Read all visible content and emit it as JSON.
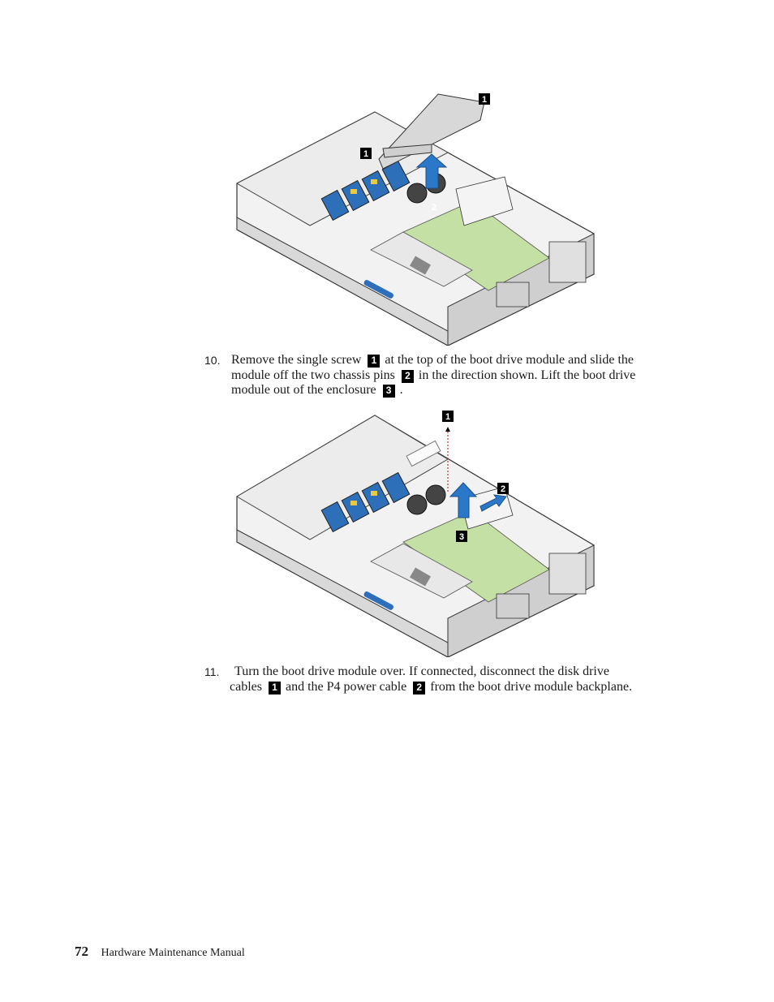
{
  "figures": {
    "fig1": {
      "callouts": [
        "1",
        "1",
        "2"
      ]
    },
    "fig2": {
      "callouts": [
        "1",
        "2",
        "3"
      ]
    }
  },
  "step10": {
    "number": "10.",
    "text_a": "Remove the single screw",
    "c1": "1",
    "text_b": "at the top of the boot drive module and slide the",
    "text_c": "module off the two chassis pins",
    "c2": "2",
    "text_d": "in the direction shown. Lift the boot drive",
    "text_e": "module out of the enclosure",
    "c3": "3",
    "text_f": "."
  },
  "step11": {
    "number": "11.",
    "text_a": "Turn the boot drive module over. If connected, disconnect the disk drive",
    "text_b": "cables",
    "c1": "1",
    "text_c": "and the P4 power cable",
    "c2": "2",
    "text_d": "from the boot drive module backplane."
  },
  "footer": {
    "page_number": "72",
    "title": "Hardware Maintenance Manual"
  },
  "colors": {
    "green_board": "#c5e0a5",
    "blue_fan": "#2d6fb8",
    "yellow": "#e9c93f",
    "arrow": "#2a78c7"
  }
}
